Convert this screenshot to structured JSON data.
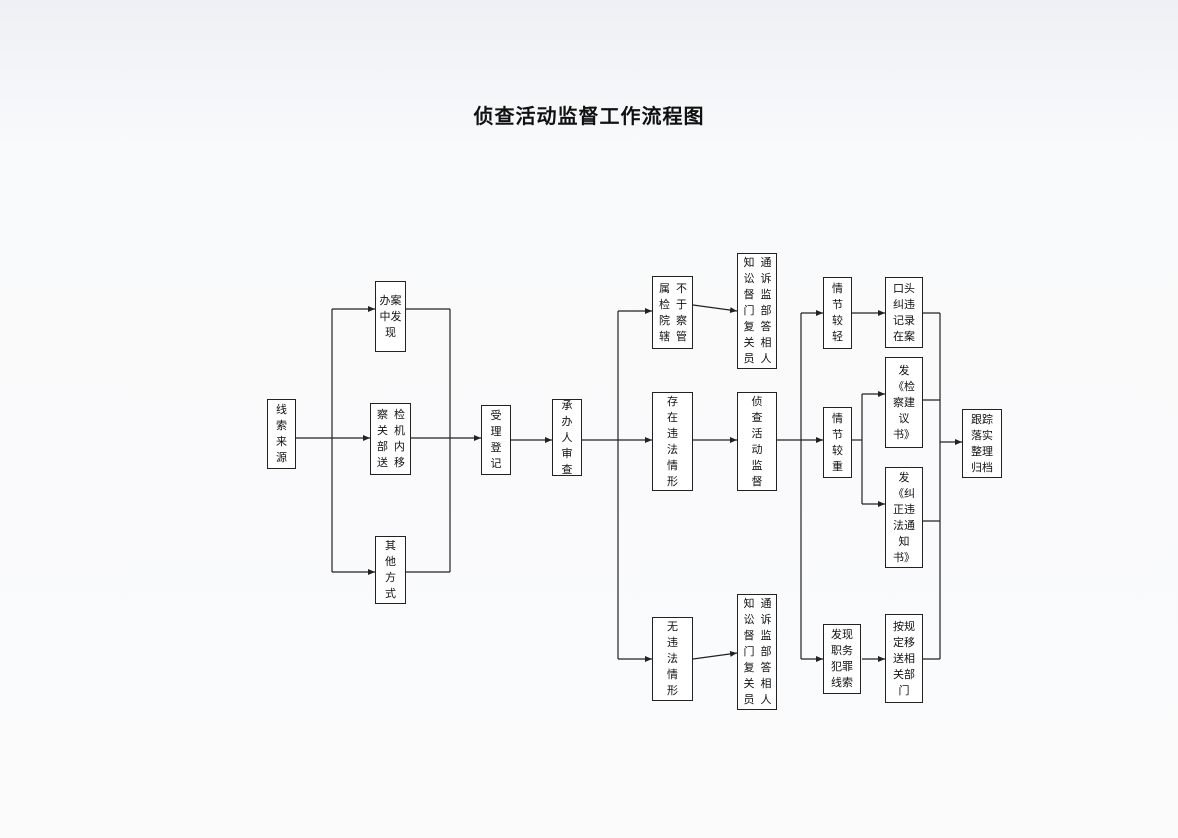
{
  "title": "侦查活动监督工作流程图",
  "nodes": {
    "source": "线\n索\n来\n源",
    "case": "办案\n中发\n现",
    "transfer": "察检\n关机\n部内\n送移",
    "other": "其\n他\n方\n式",
    "register": "受\n理\n登\n记",
    "review": "承\n办\n人\n审\n查",
    "not_jurisdiction": "属不\n检于\n院察\n辖管",
    "notify_top": "知通\n讼诉\n督监\n门部\n复答\n关相\n员人",
    "violation": "存\n在\n违\n法\n情\n形",
    "supervise": "侦\n查\n活\n动\n监\n督",
    "no_violation": "无\n违\n法\n情\n形",
    "notify_bottom": "知通\n讼诉\n督监\n门部\n复答\n关相\n员人",
    "minor": "情\n节\n较\n轻",
    "serious": "情\n节\n较\n重",
    "crime": "发现\n职务\n犯罪\n线索",
    "oral": "口头\n纠违\n记录\n在案",
    "suggestion": "发\n《检\n察建\n议\n书》",
    "correction": "发\n《纠\n正违\n法通\n知\n书》",
    "transfer_dept": "按规\n定移\n送相\n关部\n门",
    "archive": "跟踪\n落实\n整理\n归档"
  }
}
